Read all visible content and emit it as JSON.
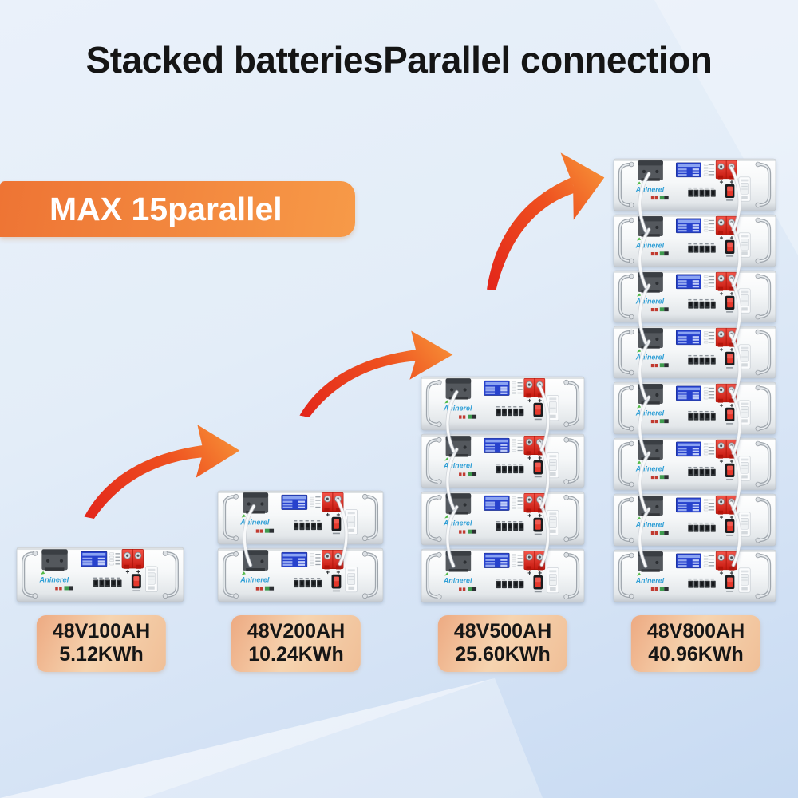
{
  "title": "Stacked batteriesParallel connection",
  "badge": {
    "label": "MAX 15parallel"
  },
  "brand": {
    "logo_text": "Aninerel"
  },
  "columns": [
    {
      "count": 1,
      "label_line1": "48V100AH",
      "label_line2": "5.12KWh"
    },
    {
      "count": 2,
      "label_line1": "48V200AH",
      "label_line2": "10.24KWh"
    },
    {
      "count": 4,
      "label_line1": "48V500AH",
      "label_line2": "25.60KWh"
    },
    {
      "count": 8,
      "label_line1": "48V800AH",
      "label_line2": "40.96KWh"
    }
  ],
  "colors": {
    "background_top": "#eaf1fa",
    "background_bottom": "#c7daf2",
    "title_color": "#151515",
    "badge_gradient_start": "#ee7434",
    "badge_gradient_end": "#f79a48",
    "arrow_gradient_start": "#e2231a",
    "arrow_gradient_end": "#f9a03c",
    "chip_gradient_start": "#edaa82",
    "chip_gradient_end": "#f6d4b0",
    "lcd_blue": "#2742cd",
    "terminal_red": "#d8251a",
    "brand_blue": "#2f9fd6"
  }
}
